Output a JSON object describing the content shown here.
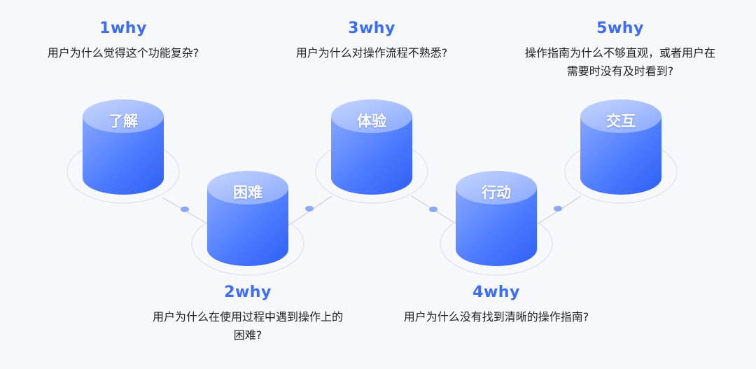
{
  "steps": [
    {
      "stage": "了解",
      "why": "1why",
      "question": "用户为什么觉得这个功能复杂?"
    },
    {
      "stage": "困难",
      "why": "2why",
      "question": "用户为什么在使用过程中遇到操作上的困难?"
    },
    {
      "stage": "体验",
      "why": "3why",
      "question": "用户为什么对操作流程不熟悉?"
    },
    {
      "stage": "行动",
      "why": "4why",
      "question": "用户为什么没有找到清晰的操作指南?"
    },
    {
      "stage": "交互",
      "why": "5why",
      "question": "操作指南为什么不够直观，或者用户在需要时没有及时看到?"
    }
  ],
  "colors": {
    "accent": "#3d6cf5",
    "cylinder_top": "#a9c1ff",
    "cylinder_body": "#4d7cff",
    "ring": "#e3e5ec",
    "connector": "#c9ccd6",
    "dot": "#8aa8f4"
  }
}
